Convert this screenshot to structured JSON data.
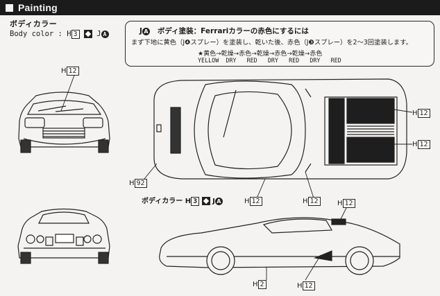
{
  "header": {
    "title": "Painting"
  },
  "body_color_legend": {
    "label_jp": "ボディカラー",
    "label_en": "Body color :",
    "h_prefix": "H",
    "h_code": "3",
    "j_prefix": "J",
    "j_code": "A"
  },
  "instruction_note": {
    "badge_prefix": "J",
    "badge_code": "A",
    "title": "ボディ塗装：Ferrariカラーの赤色にするには",
    "text": "まず下地に黄色（J❹スプレー）を塗装し、乾いた後、赤色（J❸スプレー）を2〜3回塗装します。",
    "sequence_jp": "★黄色→乾燥→赤色→乾燥→赤色→乾燥→赤色",
    "sequence_en": "YELLOW  DRY   RED   DRY   RED   DRY   RED"
  },
  "callouts": {
    "h12_front": "12",
    "h92": "92",
    "h12_top_a": "12",
    "h12_top_b": "12",
    "h12_top_c": "12",
    "h12_top_d": "12",
    "h12_side_top": "12",
    "h2": "2",
    "h12_side_bottom": "12",
    "h_prefix": "H"
  },
  "mid_legend": {
    "label_jp": "ボディカラー",
    "h_prefix": "H",
    "h_code": "3",
    "j_prefix": "J",
    "j_code": "A"
  }
}
